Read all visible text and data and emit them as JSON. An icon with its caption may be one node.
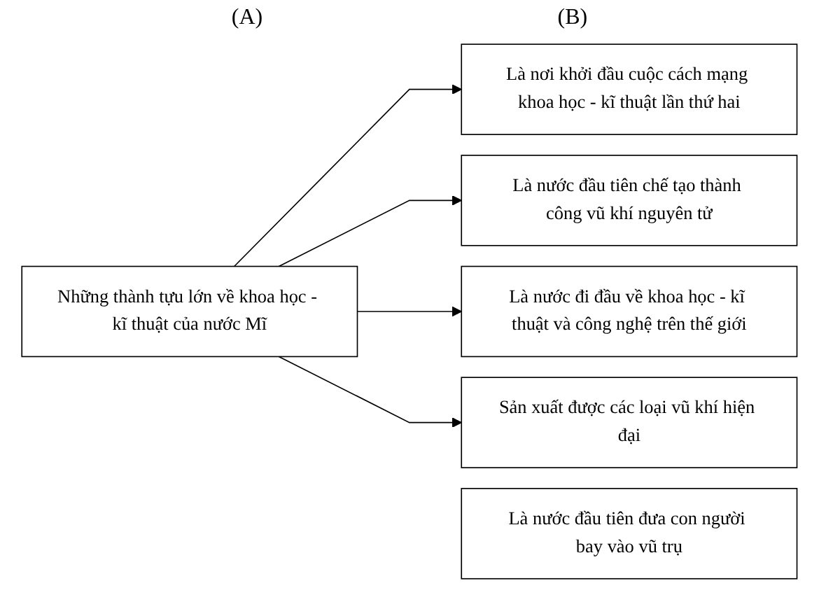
{
  "diagram": {
    "nodes": [
      {
        "text": [
          "Những thành tựu lớn về khoa học - kĩ thuật của nước Mĩ"
        ]
      },
      {
        "text": [
          "Là nơi khởi đầu cuộc cách mạng khoa học - kĩ thuật lần thứ hai"
        ]
      },
      {
        "text": [
          "Là nước đầu tiên chế tạo thành công vũ khí nguyên tử"
        ]
      },
      {
        "text": [
          "Là nước đi đầu về khoa học - kĩ thuật và công nghệ trên thế giới"
        ]
      },
      {
        "text": [
          "Là nước đầu tiên đưa con người bay vào vũ trụ"
        ]
      },
      {
        "text": [
          "Sản xuất được các loại vũ khí hiện đại"
        ]
      }
    ],
    "edges": [
      {
        "from": 0,
        "to": 1,
        "arrow": "to"
      },
      {
        "from": 0,
        "to": 2,
        "arrow": "to"
      },
      {
        "from": 0,
        "to": 3,
        "arrow": "to"
      },
      {
        "from": 0,
        "to": 5,
        "arrow": "to"
      }
    ],
    "labels": [
      "(A)",
      "(B)"
    ]
  }
}
